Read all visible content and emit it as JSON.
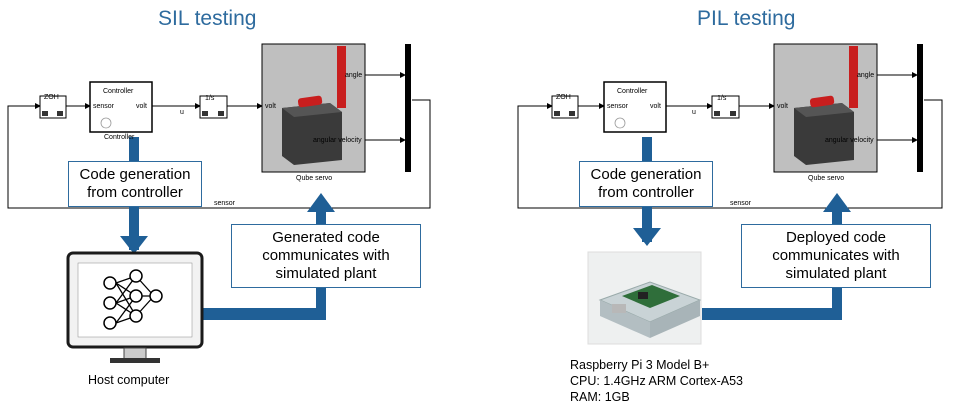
{
  "sil": {
    "title": "SIL testing",
    "callout_top": [
      "Code generation",
      "from controller"
    ],
    "callout_right": [
      "Generated code",
      "communicates with",
      "simulated plant"
    ],
    "host_label": "Host computer"
  },
  "pil": {
    "title": "PIL testing",
    "callout_top": [
      "Code generation",
      "from controller"
    ],
    "callout_right": [
      "Deployed code",
      "communicates with",
      "simulated plant"
    ],
    "board_label": [
      "Raspberry Pi 3 Model B+",
      "CPU: 1.4GHz ARM Cortex-A53",
      "RAM: 1GB"
    ]
  },
  "model": {
    "zoh": "ZOH",
    "controller_block": "Controller",
    "controller_caption": "Controller",
    "in_port": "sensor",
    "out_port": "volt",
    "signal_u": "u",
    "tf": "1/s",
    "plant_in": "volt",
    "plant_out1": "angle",
    "plant_out2": "angular velocity",
    "plant_caption": "Qube servo",
    "feedback": "sensor"
  },
  "colors": {
    "title": "#2e6b9e",
    "arrow": "#1f5f96",
    "callout_border": "#2e6b9e"
  }
}
